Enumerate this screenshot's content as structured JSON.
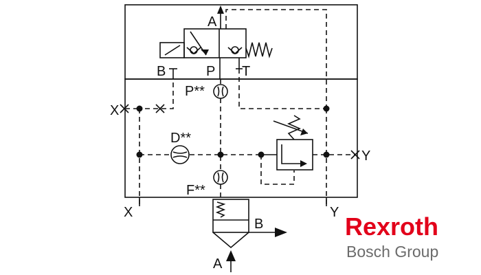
{
  "labels": {
    "a_top": "A",
    "b_top": "B",
    "p_top": "P",
    "t_top": "T",
    "p_orifice": "P**",
    "d_orifice": "D**",
    "f_orifice": "F**",
    "x_left_mid": "X",
    "x_bottom": "X",
    "y_right_mid": "Y",
    "y_bottom": "Y",
    "b_out": "B",
    "a_in": "A"
  },
  "brand": {
    "name": "Rexroth",
    "group": "Bosch Group",
    "name_color": "#e2001a",
    "group_color": "#6b6b6b"
  },
  "colors": {
    "line": "#111111",
    "background": "#ffffff"
  }
}
